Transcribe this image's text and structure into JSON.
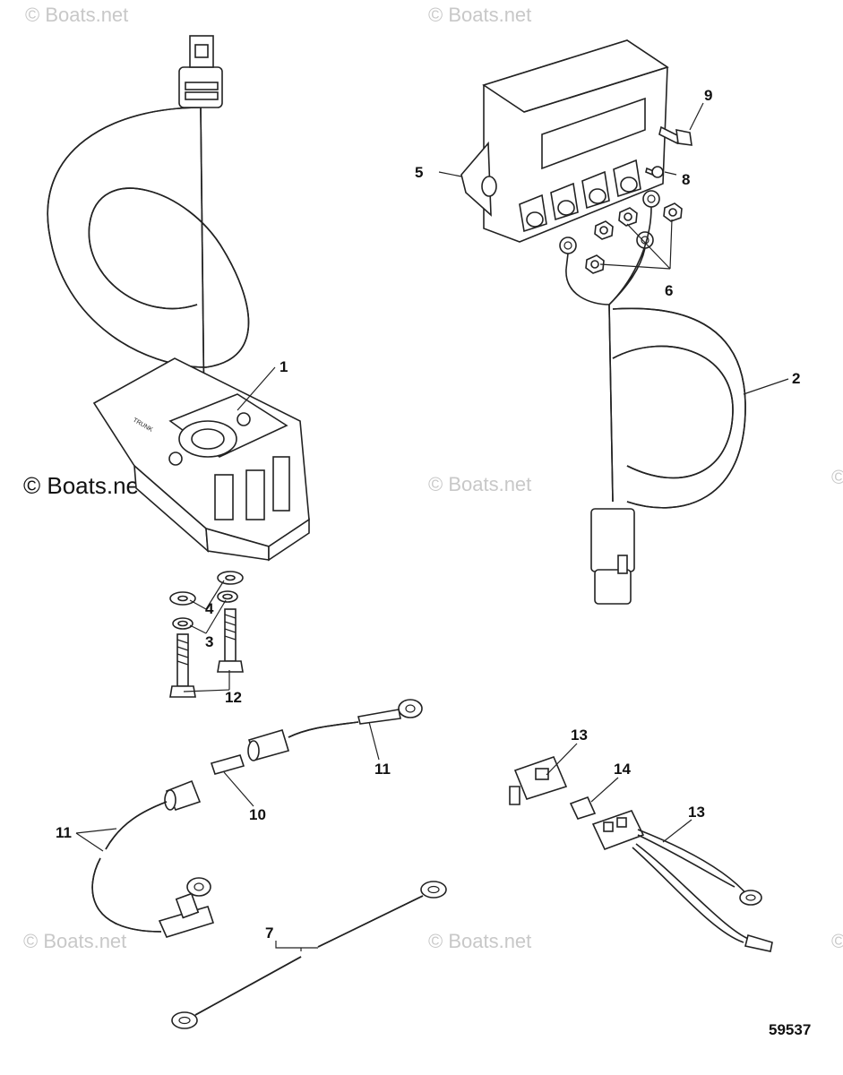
{
  "watermarks": {
    "top_left": "© Boats.net",
    "top_center": "© Boats.net",
    "mid_left": "© Boats.net",
    "mid_center": "© Boats.net",
    "bottom_left": "© Boats.net",
    "bottom_center": "© Boats.net"
  },
  "callouts": {
    "c1": "1",
    "c2": "2",
    "c3": "3",
    "c4": "4",
    "c5": "5",
    "c6": "6",
    "c7": "7",
    "c8": "8",
    "c9": "9",
    "c10": "10",
    "c11a": "11",
    "c11b": "11",
    "c12": "12",
    "c13a": "13",
    "c13b": "13",
    "c14": "14"
  },
  "figure_number": "59537"
}
